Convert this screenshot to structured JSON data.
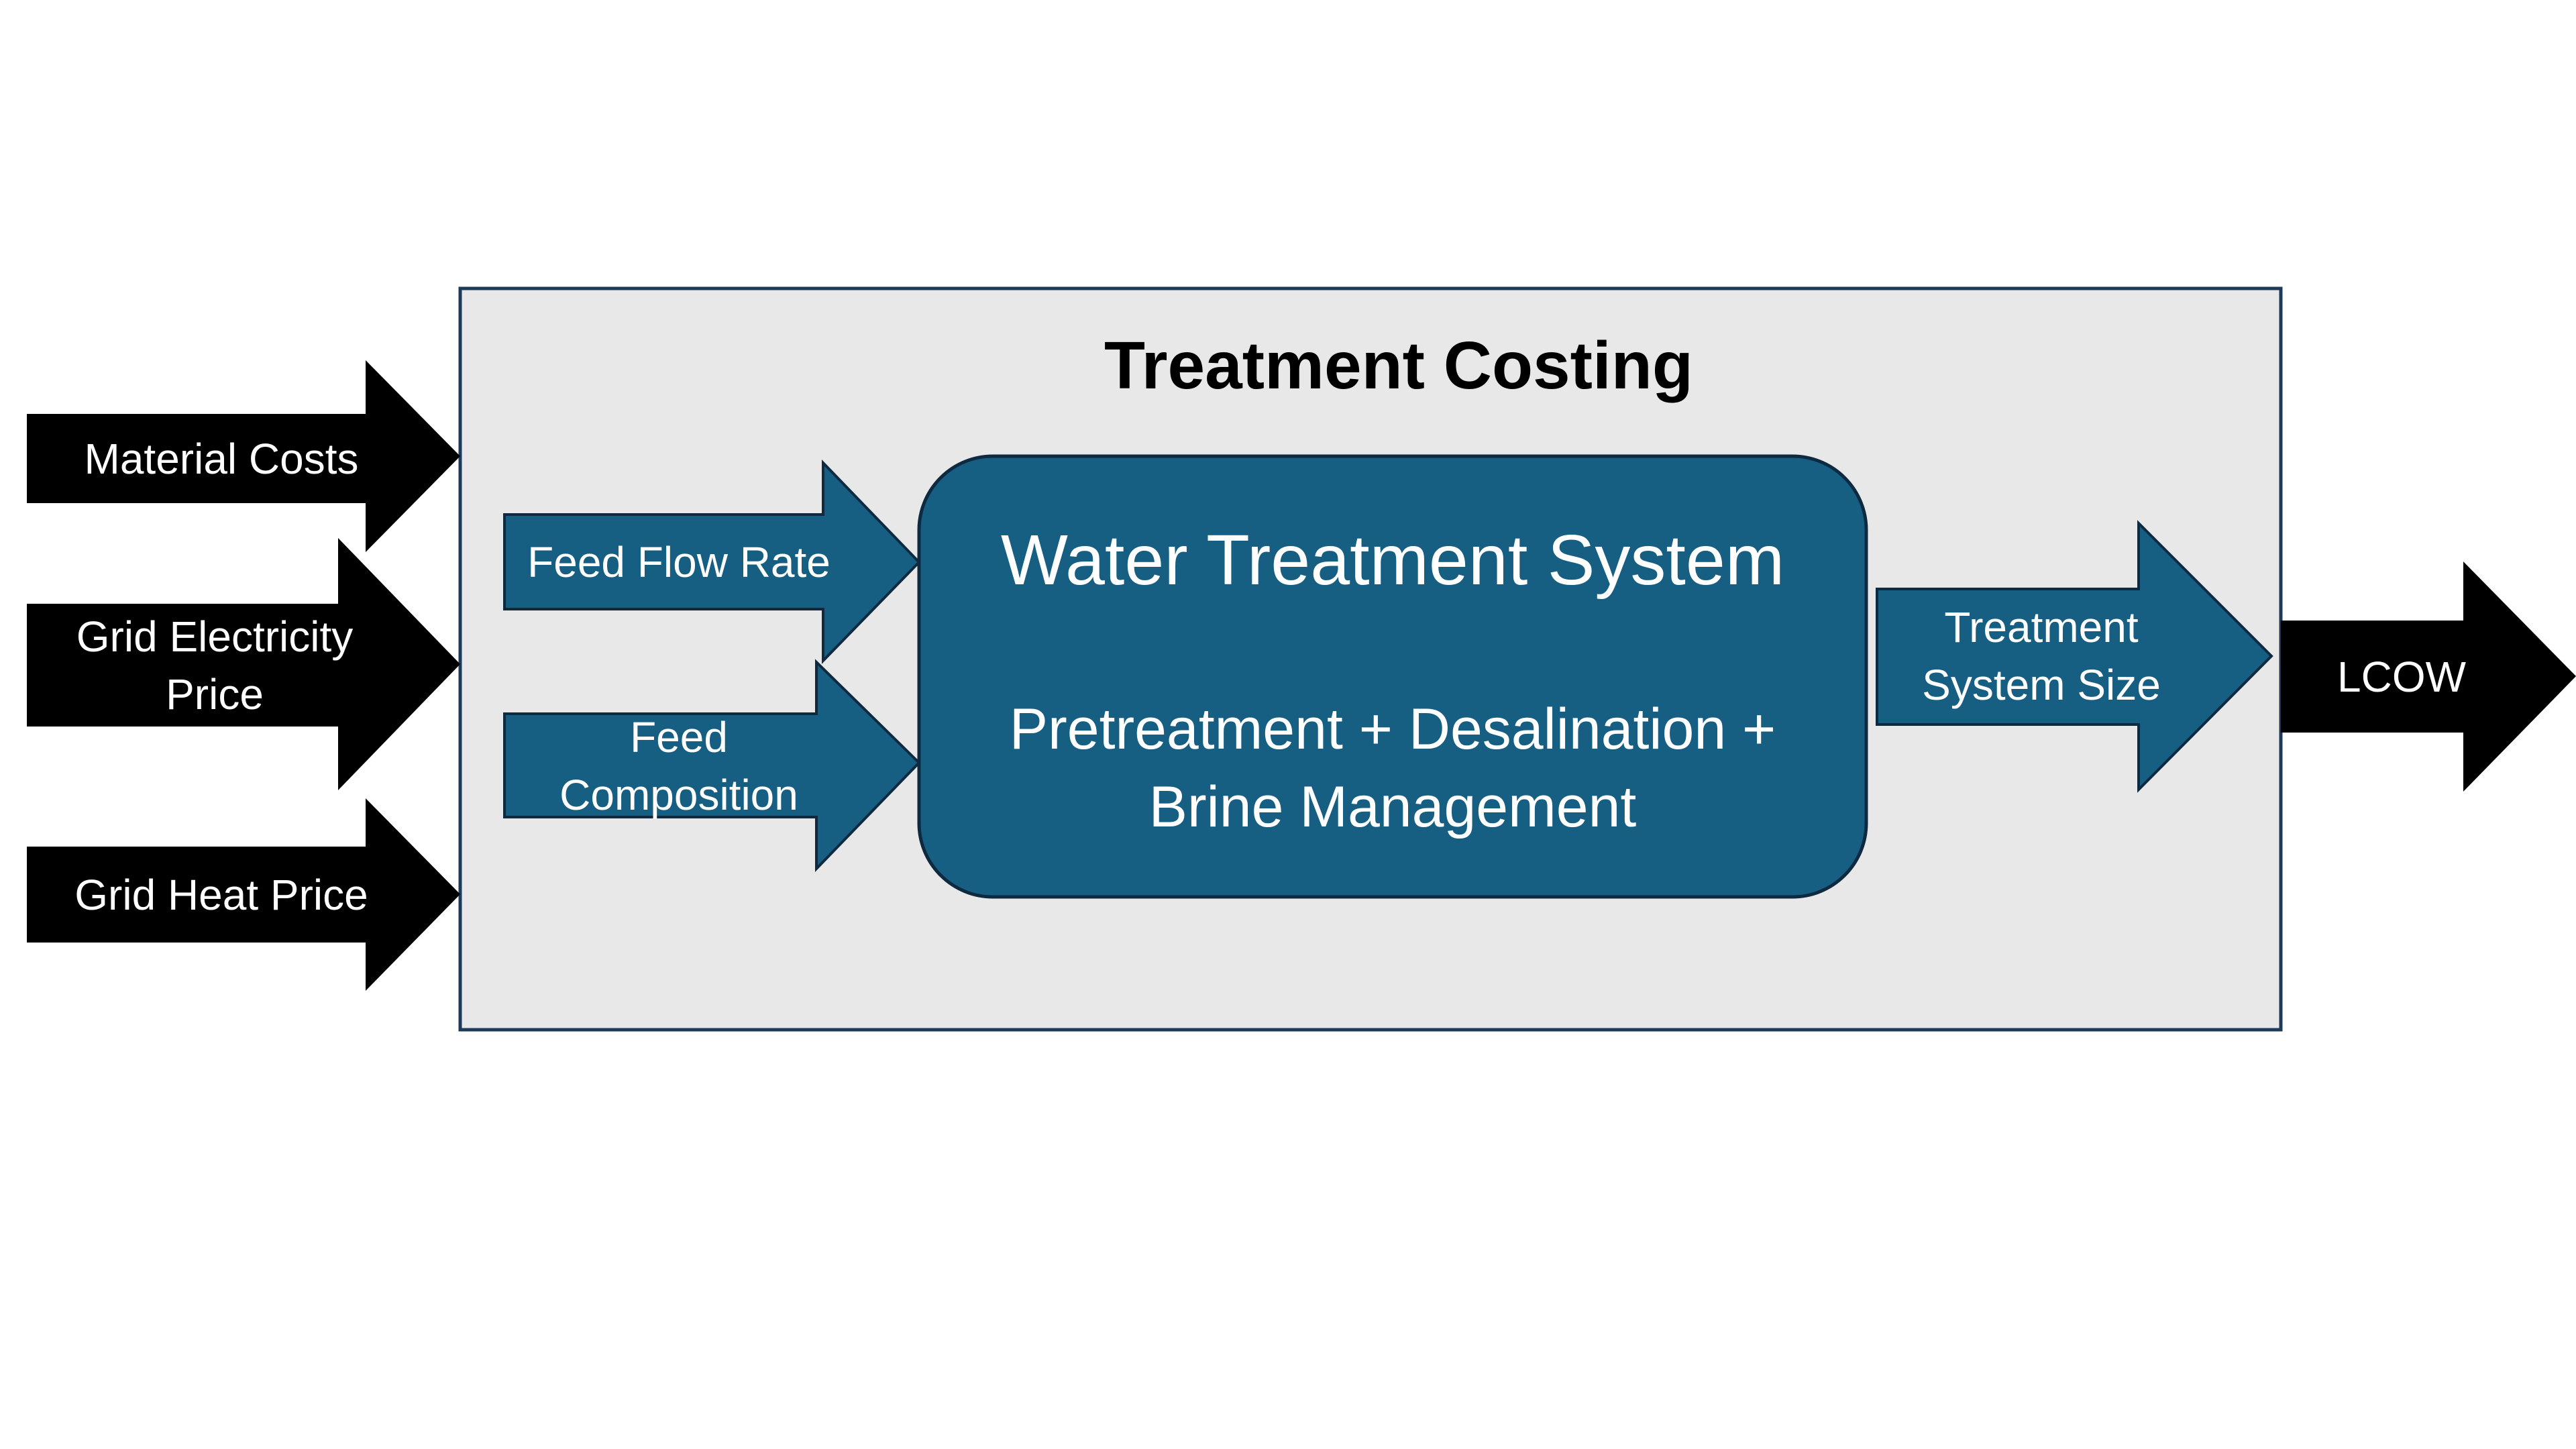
{
  "colors": {
    "panel_fill": "#e8e8e8",
    "panel_border": "#1e3a5a",
    "teal_blue": "#175f82",
    "dark_outline": "#0e2a40",
    "black_arrow": "#000000",
    "text_light": "#ffffff",
    "text_dark": "#000000"
  },
  "panel": {
    "title": "Treatment Costing"
  },
  "inputs": [
    {
      "label": "Material Costs"
    },
    {
      "label": "Grid Electricity\nPrice"
    },
    {
      "label": "Grid Heat Price"
    }
  ],
  "internal_inputs": [
    {
      "label": "Feed Flow Rate"
    },
    {
      "label": "Feed\nComposition"
    }
  ],
  "core": {
    "title": "Water Treatment System",
    "subtitle": "Pretreatment + Desalination +\nBrine Management"
  },
  "internal_output": {
    "label": "Treatment\nSystem Size"
  },
  "output": {
    "label": "LCOW"
  }
}
